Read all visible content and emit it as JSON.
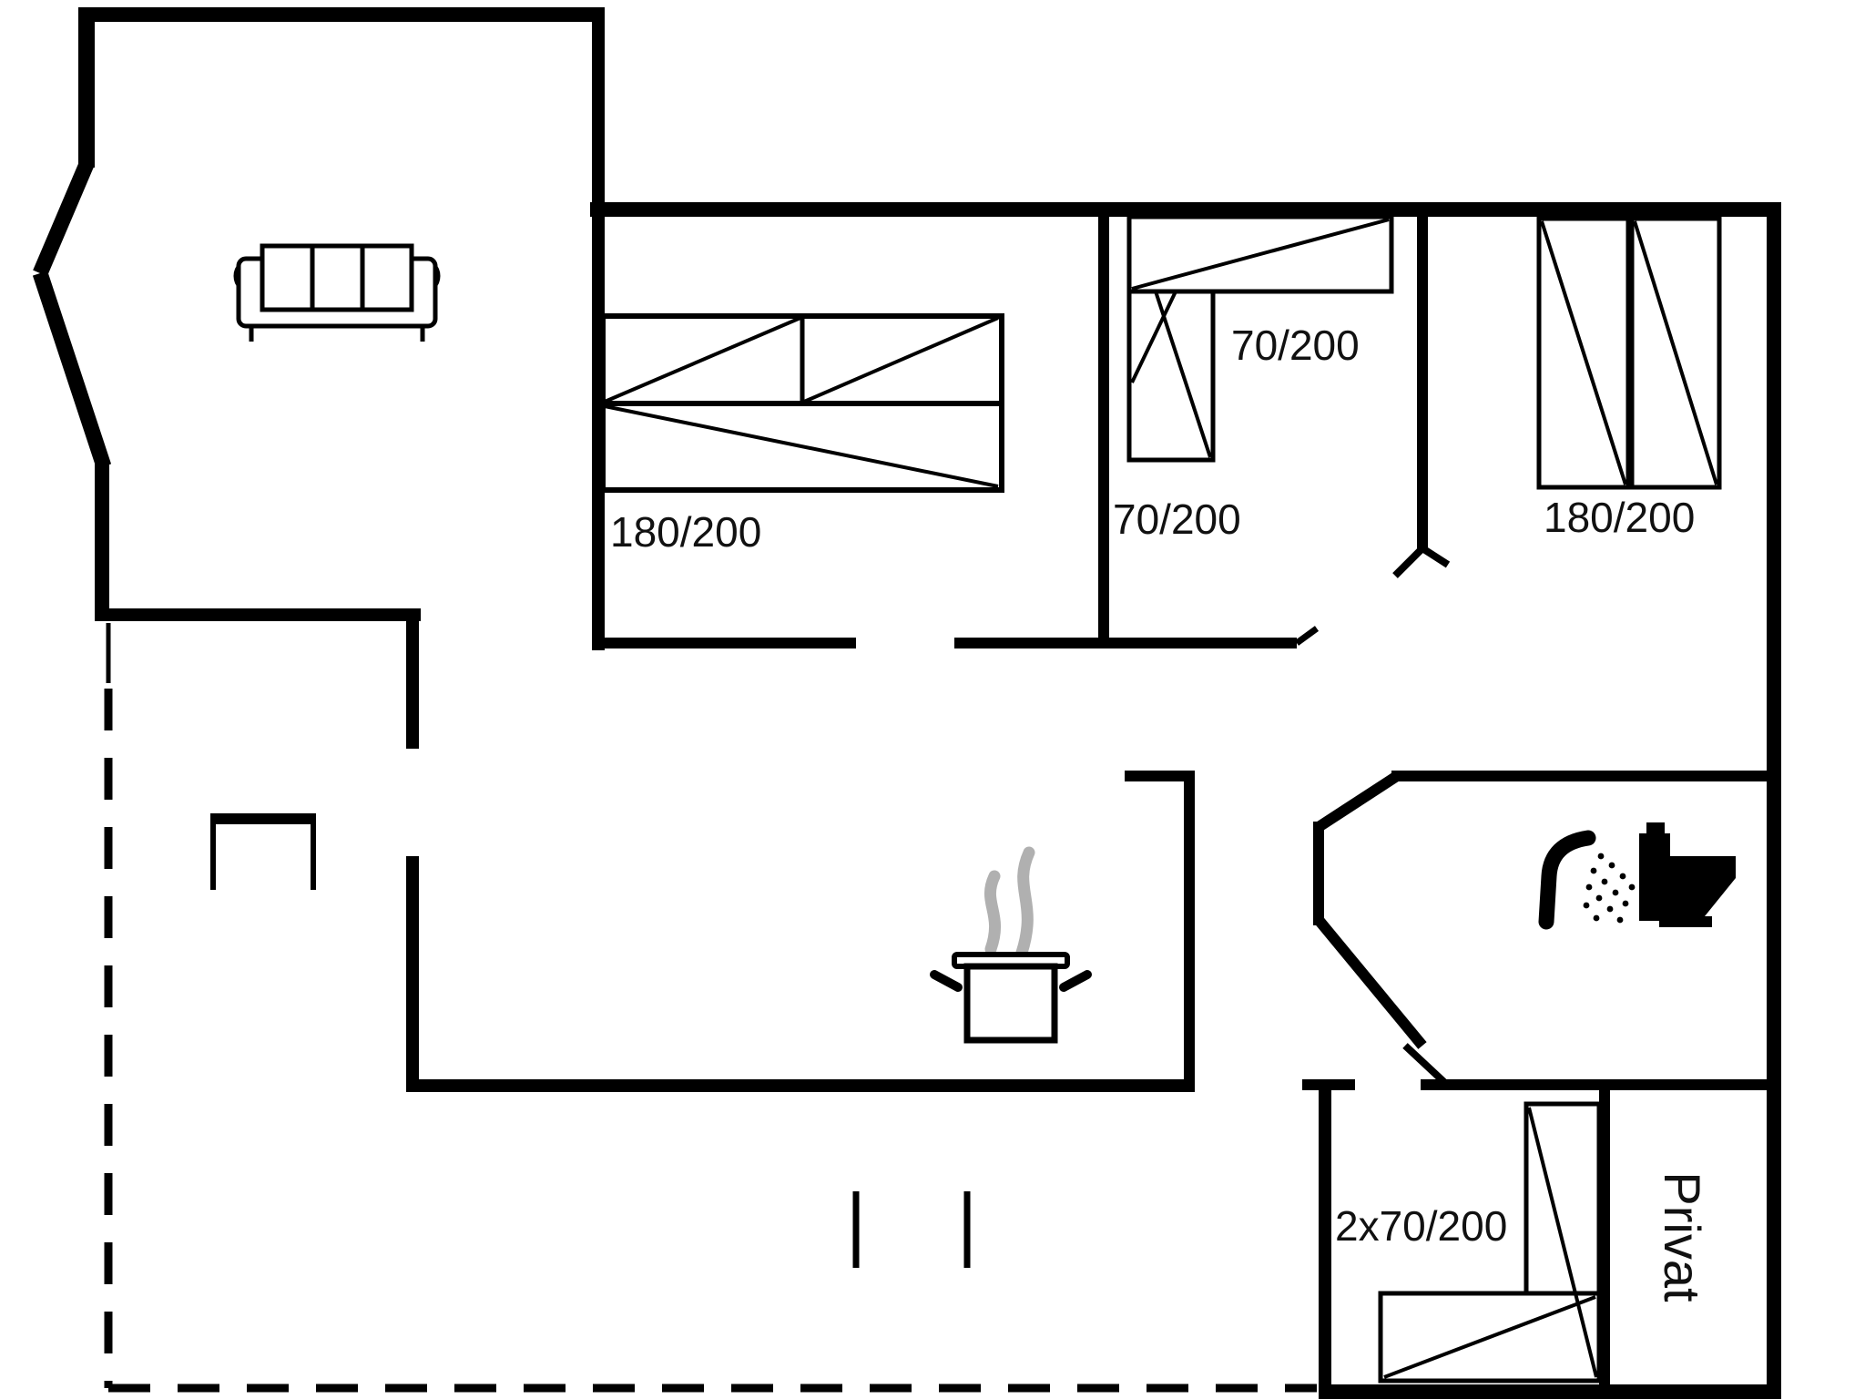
{
  "plan": {
    "type": "holiday-home floor plan",
    "colors": {
      "background": "#ffffff",
      "walls": "#000000",
      "steam": "#b0b0b0",
      "label_text": "#111111"
    },
    "labels": {
      "bedroom_left_double_bed": "180/200",
      "bedroom_mid_top_single_bed": "70/200",
      "bedroom_mid_left_single_bed": "70/200",
      "bedroom_right_double_bed": "180/200",
      "bedroom_bottom_bunk_beds": "2x70/200",
      "private_room": "Privat"
    },
    "icons": [
      "sofa-icon",
      "fireplace-icon",
      "cooking-pot-icon",
      "steam-icon",
      "shower-icon",
      "toilet-icon"
    ]
  }
}
